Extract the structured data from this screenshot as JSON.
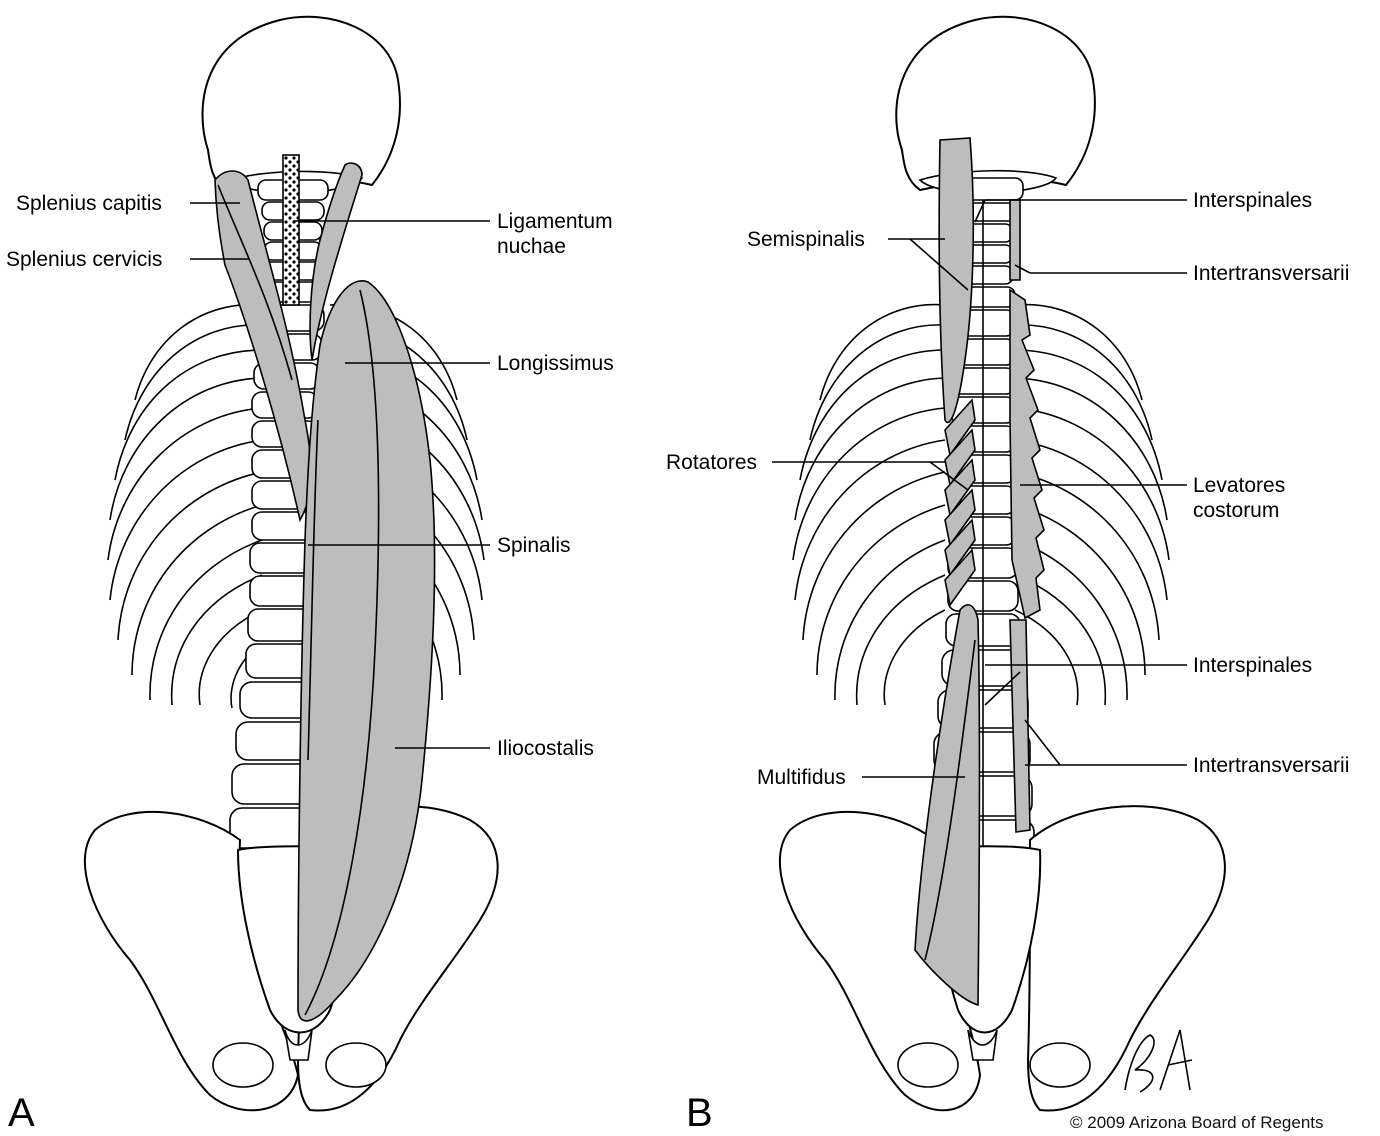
{
  "panels": {
    "a_letter": "A",
    "b_letter": "B"
  },
  "labels_a": {
    "splenius_capitis": "Splenius capitis",
    "splenius_cervicis": "Splenius cervicis",
    "ligamentum_line1": "Ligamentum",
    "ligamentum_line2": "nuchae",
    "longissimus": "Longissimus",
    "spinalis": "Spinalis",
    "iliocostalis": "Iliocostalis"
  },
  "labels_b": {
    "interspinales_upper": "Interspinales",
    "semispinalis": "Semispinalis",
    "intertransversarii_upper": "Intertransversarii",
    "rotatores": "Rotatores",
    "levatores_line1": "Levatores",
    "levatores_line2": "costorum",
    "interspinales_lower": "Interspinales",
    "multifidus": "Multifidus",
    "intertransversarii_lower": "Intertransversarii"
  },
  "copyright": "© 2009 Arizona Board of Regents",
  "signature": "BA",
  "colors": {
    "muscle_fill": "#bdbdbd",
    "bone_fill": "#ffffff",
    "outline": "#000000"
  }
}
